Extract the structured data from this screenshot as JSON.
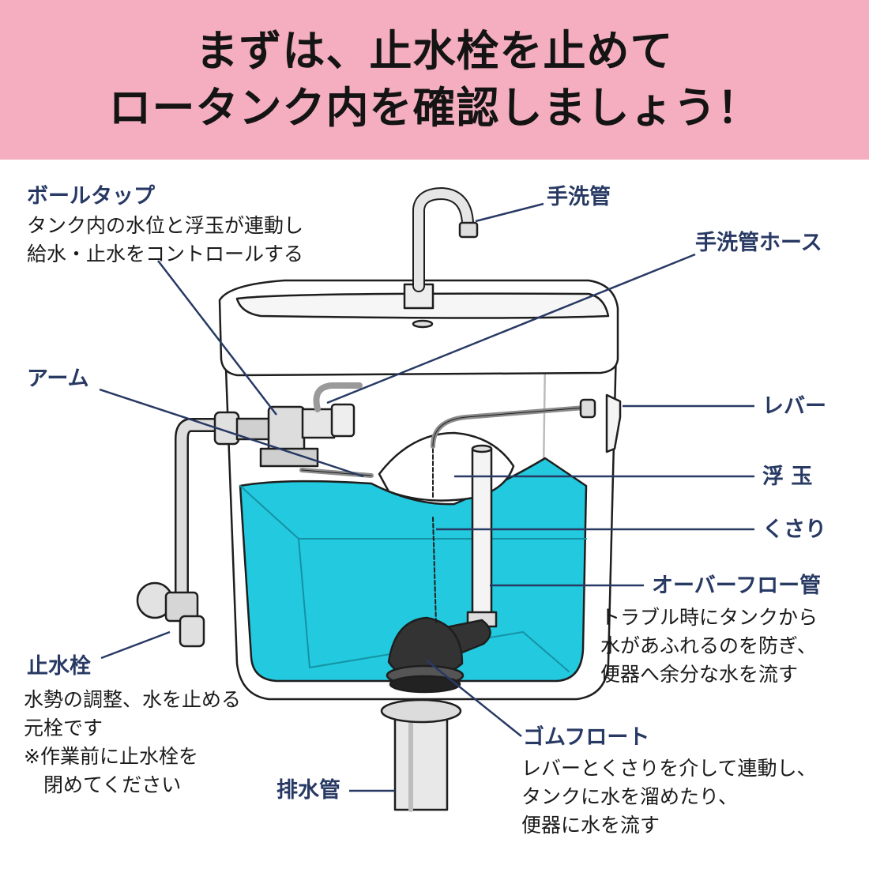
{
  "title": {
    "line1": "まずは、止水栓を止めて",
    "line2": "ロータンク内を確認しましょう！"
  },
  "colors": {
    "header_bg": "#f4aebf",
    "label": "#283a64",
    "water": "#23c9de",
    "stroke": "#1e1e1e"
  },
  "labels": {
    "ball_tap": {
      "name": "ボールタップ",
      "desc": [
        "タンク内の水位と浮玉が連動し",
        "給水・止水をコントロールする"
      ]
    },
    "arm": {
      "name": "アーム"
    },
    "stop_valve": {
      "name": "止水栓",
      "desc": [
        "水勢の調整、水を止める",
        "元栓です",
        "※作業前に止水栓を",
        "　閉めてください"
      ]
    },
    "drain_pipe": {
      "name": "排水管"
    },
    "hand_wash_pipe": {
      "name": "手洗管"
    },
    "hand_wash_hose": {
      "name": "手洗管ホース"
    },
    "lever": {
      "name": "レバー"
    },
    "float_ball": {
      "name": "浮 玉"
    },
    "chain": {
      "name": "くさり"
    },
    "overflow_pipe": {
      "name": "オーバーフロー管",
      "desc": [
        "トラブル時にタンクから",
        "水があふれるのを防ぎ、",
        "便器へ余分な水を流す"
      ]
    },
    "rubber_float": {
      "name": "ゴムフロート",
      "desc": [
        "レバーとくさりを介して連動し、",
        "タンクに水を溜めたり、",
        "便器に水を流す"
      ]
    }
  }
}
